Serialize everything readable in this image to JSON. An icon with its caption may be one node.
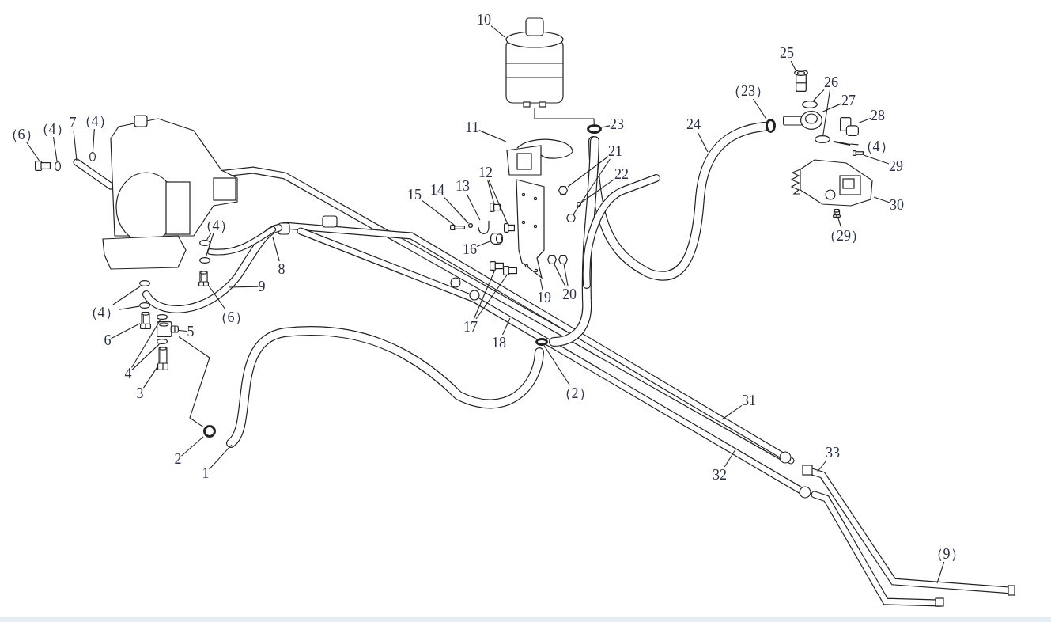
{
  "diagram": {
    "nodes": [
      {
        "text": [
          "（6）"
        ]
      },
      {
        "text": [
          "（4）"
        ]
      },
      {
        "text": [
          "7"
        ]
      },
      {
        "text": [
          "（4）"
        ]
      },
      {
        "text": [
          "10"
        ]
      },
      {
        "text": [
          "11"
        ]
      },
      {
        "text": [
          "12"
        ]
      },
      {
        "text": [
          "13"
        ]
      },
      {
        "text": [
          "14"
        ]
      },
      {
        "text": [
          "15"
        ]
      },
      {
        "text": [
          "23"
        ]
      },
      {
        "text": [
          "21"
        ]
      },
      {
        "text": [
          "22"
        ]
      },
      {
        "text": [
          "24"
        ]
      },
      {
        "text": [
          "（23）"
        ]
      },
      {
        "text": [
          "25"
        ]
      },
      {
        "text": [
          "26"
        ]
      },
      {
        "text": [
          "27"
        ]
      },
      {
        "text": [
          "28"
        ]
      },
      {
        "text": [
          "（4）"
        ]
      },
      {
        "text": [
          "29"
        ]
      },
      {
        "text": [
          "30"
        ]
      },
      {
        "text": [
          "（29）"
        ]
      },
      {
        "text": [
          "（4）"
        ]
      },
      {
        "text": [
          "8"
        ]
      },
      {
        "text": [
          "16"
        ]
      },
      {
        "text": [
          "9"
        ]
      },
      {
        "text": [
          "19"
        ]
      },
      {
        "text": [
          "20"
        ]
      },
      {
        "text": [
          "（6）"
        ]
      },
      {
        "text": [
          "（4）"
        ]
      },
      {
        "text": [
          "6"
        ]
      },
      {
        "text": [
          "5"
        ]
      },
      {
        "text": [
          "17"
        ]
      },
      {
        "text": [
          "18"
        ]
      },
      {
        "text": [
          "4"
        ]
      },
      {
        "text": [
          "3"
        ]
      },
      {
        "text": [
          "（2）"
        ]
      },
      {
        "text": [
          "31"
        ]
      },
      {
        "text": [
          "2"
        ]
      },
      {
        "text": [
          "1"
        ]
      },
      {
        "text": [
          "32"
        ]
      },
      {
        "text": [
          "33"
        ]
      },
      {
        "text": [
          "（9）"
        ]
      },
      {
        "text": [],
        "shape": "picture"
      },
      {
        "text": [],
        "shape": "circle"
      },
      {
        "text": [],
        "shape": "circle"
      },
      {
        "text": [],
        "shape": "picture"
      },
      {
        "text": [],
        "shape": "picture"
      },
      {
        "text": [],
        "shape": "picture"
      },
      {
        "text": [],
        "shape": "picture"
      },
      {
        "text": [],
        "shape": "picture"
      },
      {
        "text": [],
        "shape": "circle"
      },
      {
        "text": [],
        "shape": "picture"
      },
      {
        "text": [],
        "shape": "circle"
      },
      {
        "text": [],
        "shape": "hexagon"
      },
      {
        "text": [],
        "shape": "hexagon"
      },
      {
        "text": [],
        "shape": "circle"
      },
      {
        "text": [],
        "shape": "circle"
      },
      {
        "text": [],
        "shape": "picture"
      },
      {
        "text": [],
        "shape": "circle"
      },
      {
        "text": [],
        "shape": "circle"
      },
      {
        "text": [],
        "shape": "picture"
      },
      {
        "text": [],
        "shape": "picture"
      },
      {
        "text": [],
        "shape": "picture"
      },
      {
        "text": [],
        "shape": "picture"
      },
      {
        "text": [],
        "shape": "picture"
      },
      {
        "text": [],
        "shape": "picture"
      },
      {
        "text": [],
        "shape": "circle"
      },
      {
        "text": [],
        "shape": "circle"
      },
      {
        "text": [],
        "shape": "picture"
      },
      {
        "text": [],
        "shape": "picture"
      },
      {
        "text": [],
        "shape": "hexagon"
      },
      {
        "text": [],
        "shape": "hexagon"
      },
      {
        "text": [],
        "shape": "picture"
      },
      {
        "text": [],
        "shape": "circle"
      },
      {
        "text": [],
        "shape": "circle"
      },
      {
        "text": [],
        "shape": "picture"
      },
      {
        "text": [],
        "shape": "picture"
      },
      {
        "text": [],
        "shape": "picture"
      },
      {
        "text": [],
        "shape": "picture"
      },
      {
        "text": [],
        "shape": "circle"
      },
      {
        "text": [],
        "shape": "circle"
      },
      {
        "text": [],
        "shape": "picture"
      },
      {
        "text": [],
        "shape": "circle"
      },
      {
        "text": [],
        "shape": "circle"
      }
    ],
    "edges": [
      {
        "from": 0,
        "to": 44,
        "arrow": "none"
      },
      {
        "from": 1,
        "to": 45,
        "arrow": "none"
      },
      {
        "from": 2,
        "to": null,
        "arrow": "none"
      },
      {
        "from": 3,
        "to": 46,
        "arrow": "none"
      },
      {
        "from": 4,
        "to": 47,
        "arrow": "none"
      },
      {
        "from": 5,
        "to": 48,
        "arrow": "none"
      },
      {
        "from": 6,
        "to": 49,
        "arrow": "none"
      },
      {
        "from": 6,
        "to": 50,
        "arrow": "none"
      },
      {
        "from": 7,
        "to": 51,
        "arrow": "none"
      },
      {
        "from": 8,
        "to": 52,
        "arrow": "none"
      },
      {
        "from": 9,
        "to": 53,
        "arrow": "none"
      },
      {
        "from": 10,
        "to": 54,
        "arrow": "none"
      },
      {
        "from": 11,
        "to": 55,
        "arrow": "none"
      },
      {
        "from": 11,
        "to": 56,
        "arrow": "none"
      },
      {
        "from": 12,
        "to": 57,
        "arrow": "none"
      },
      {
        "from": 13,
        "to": null,
        "arrow": "none"
      },
      {
        "from": 14,
        "to": 58,
        "arrow": "none"
      },
      {
        "from": 15,
        "to": 59,
        "arrow": "none"
      },
      {
        "from": 16,
        "to": 60,
        "arrow": "none"
      },
      {
        "from": 16,
        "to": 61,
        "arrow": "none"
      },
      {
        "from": 17,
        "to": 62,
        "arrow": "none"
      },
      {
        "from": 18,
        "to": 63,
        "arrow": "none"
      },
      {
        "from": 19,
        "to": 64,
        "arrow": "none"
      },
      {
        "from": 20,
        "to": 65,
        "arrow": "none"
      },
      {
        "from": 21,
        "to": 66,
        "arrow": "none"
      },
      {
        "from": 22,
        "to": 67,
        "arrow": "none"
      },
      {
        "from": 23,
        "to": 68,
        "arrow": "none"
      },
      {
        "from": 23,
        "to": 69,
        "arrow": "none"
      },
      {
        "from": 24,
        "to": null,
        "arrow": "none"
      },
      {
        "from": 25,
        "to": 70,
        "arrow": "none"
      },
      {
        "from": 26,
        "to": null,
        "arrow": "none"
      },
      {
        "from": 27,
        "to": 71,
        "arrow": "none"
      },
      {
        "from": 28,
        "to": 72,
        "arrow": "none"
      },
      {
        "from": 28,
        "to": 73,
        "arrow": "none"
      },
      {
        "from": 29,
        "to": 74,
        "arrow": "none"
      },
      {
        "from": 30,
        "to": 75,
        "arrow": "none"
      },
      {
        "from": 30,
        "to": 76,
        "arrow": "none"
      },
      {
        "from": 31,
        "to": 77,
        "arrow": "none"
      },
      {
        "from": 32,
        "to": 78,
        "arrow": "none"
      },
      {
        "from": 33,
        "to": 79,
        "arrow": "none"
      },
      {
        "from": 33,
        "to": 80,
        "arrow": "none"
      },
      {
        "from": 34,
        "to": null,
        "arrow": "none"
      },
      {
        "from": 35,
        "to": 81,
        "arrow": "none"
      },
      {
        "from": 35,
        "to": 82,
        "arrow": "none"
      },
      {
        "from": 36,
        "to": 83,
        "arrow": "none"
      },
      {
        "from": 37,
        "to": 84,
        "arrow": "none"
      },
      {
        "from": 38,
        "to": null,
        "arrow": "none"
      },
      {
        "from": 39,
        "to": 85,
        "arrow": "none"
      },
      {
        "from": 40,
        "to": null,
        "arrow": "none"
      },
      {
        "from": 41,
        "to": null,
        "arrow": "none"
      },
      {
        "from": 42,
        "to": null,
        "arrow": "none"
      },
      {
        "from": 43,
        "to": null,
        "arrow": "none"
      },
      {
        "from": 78,
        "to": 85,
        "arrow": "none"
      },
      {
        "from": 47,
        "to": 54,
        "arrow": "none"
      }
    ]
  }
}
